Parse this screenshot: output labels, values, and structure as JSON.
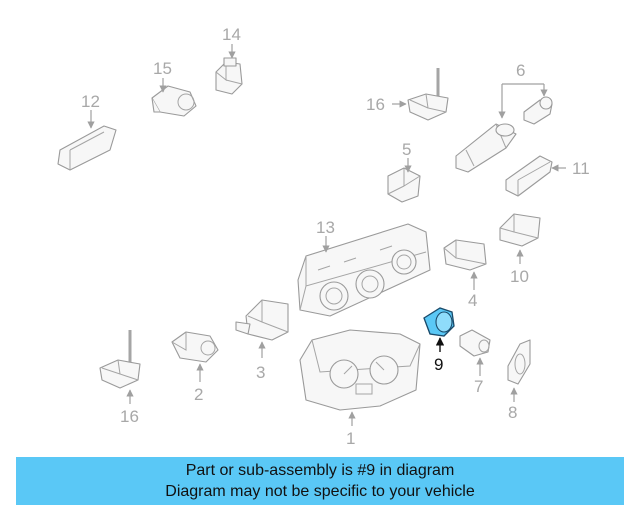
{
  "diagram": {
    "highlight_color": "#5ac8f6",
    "highlighted_part": "9",
    "callouts": {
      "c1": "1",
      "c2": "2",
      "c3": "3",
      "c4": "4",
      "c5": "5",
      "c6": "6",
      "c7": "7",
      "c8": "8",
      "c9": "9",
      "c10": "10",
      "c11": "11",
      "c12": "12",
      "c13": "13",
      "c14": "14",
      "c15": "15",
      "c16a": "16",
      "c16b": "16"
    }
  },
  "banner": {
    "line1": "Part or sub-assembly is #9 in diagram",
    "line2": "Diagram may not be specific to your vehicle",
    "background": "#5ac8f6"
  }
}
